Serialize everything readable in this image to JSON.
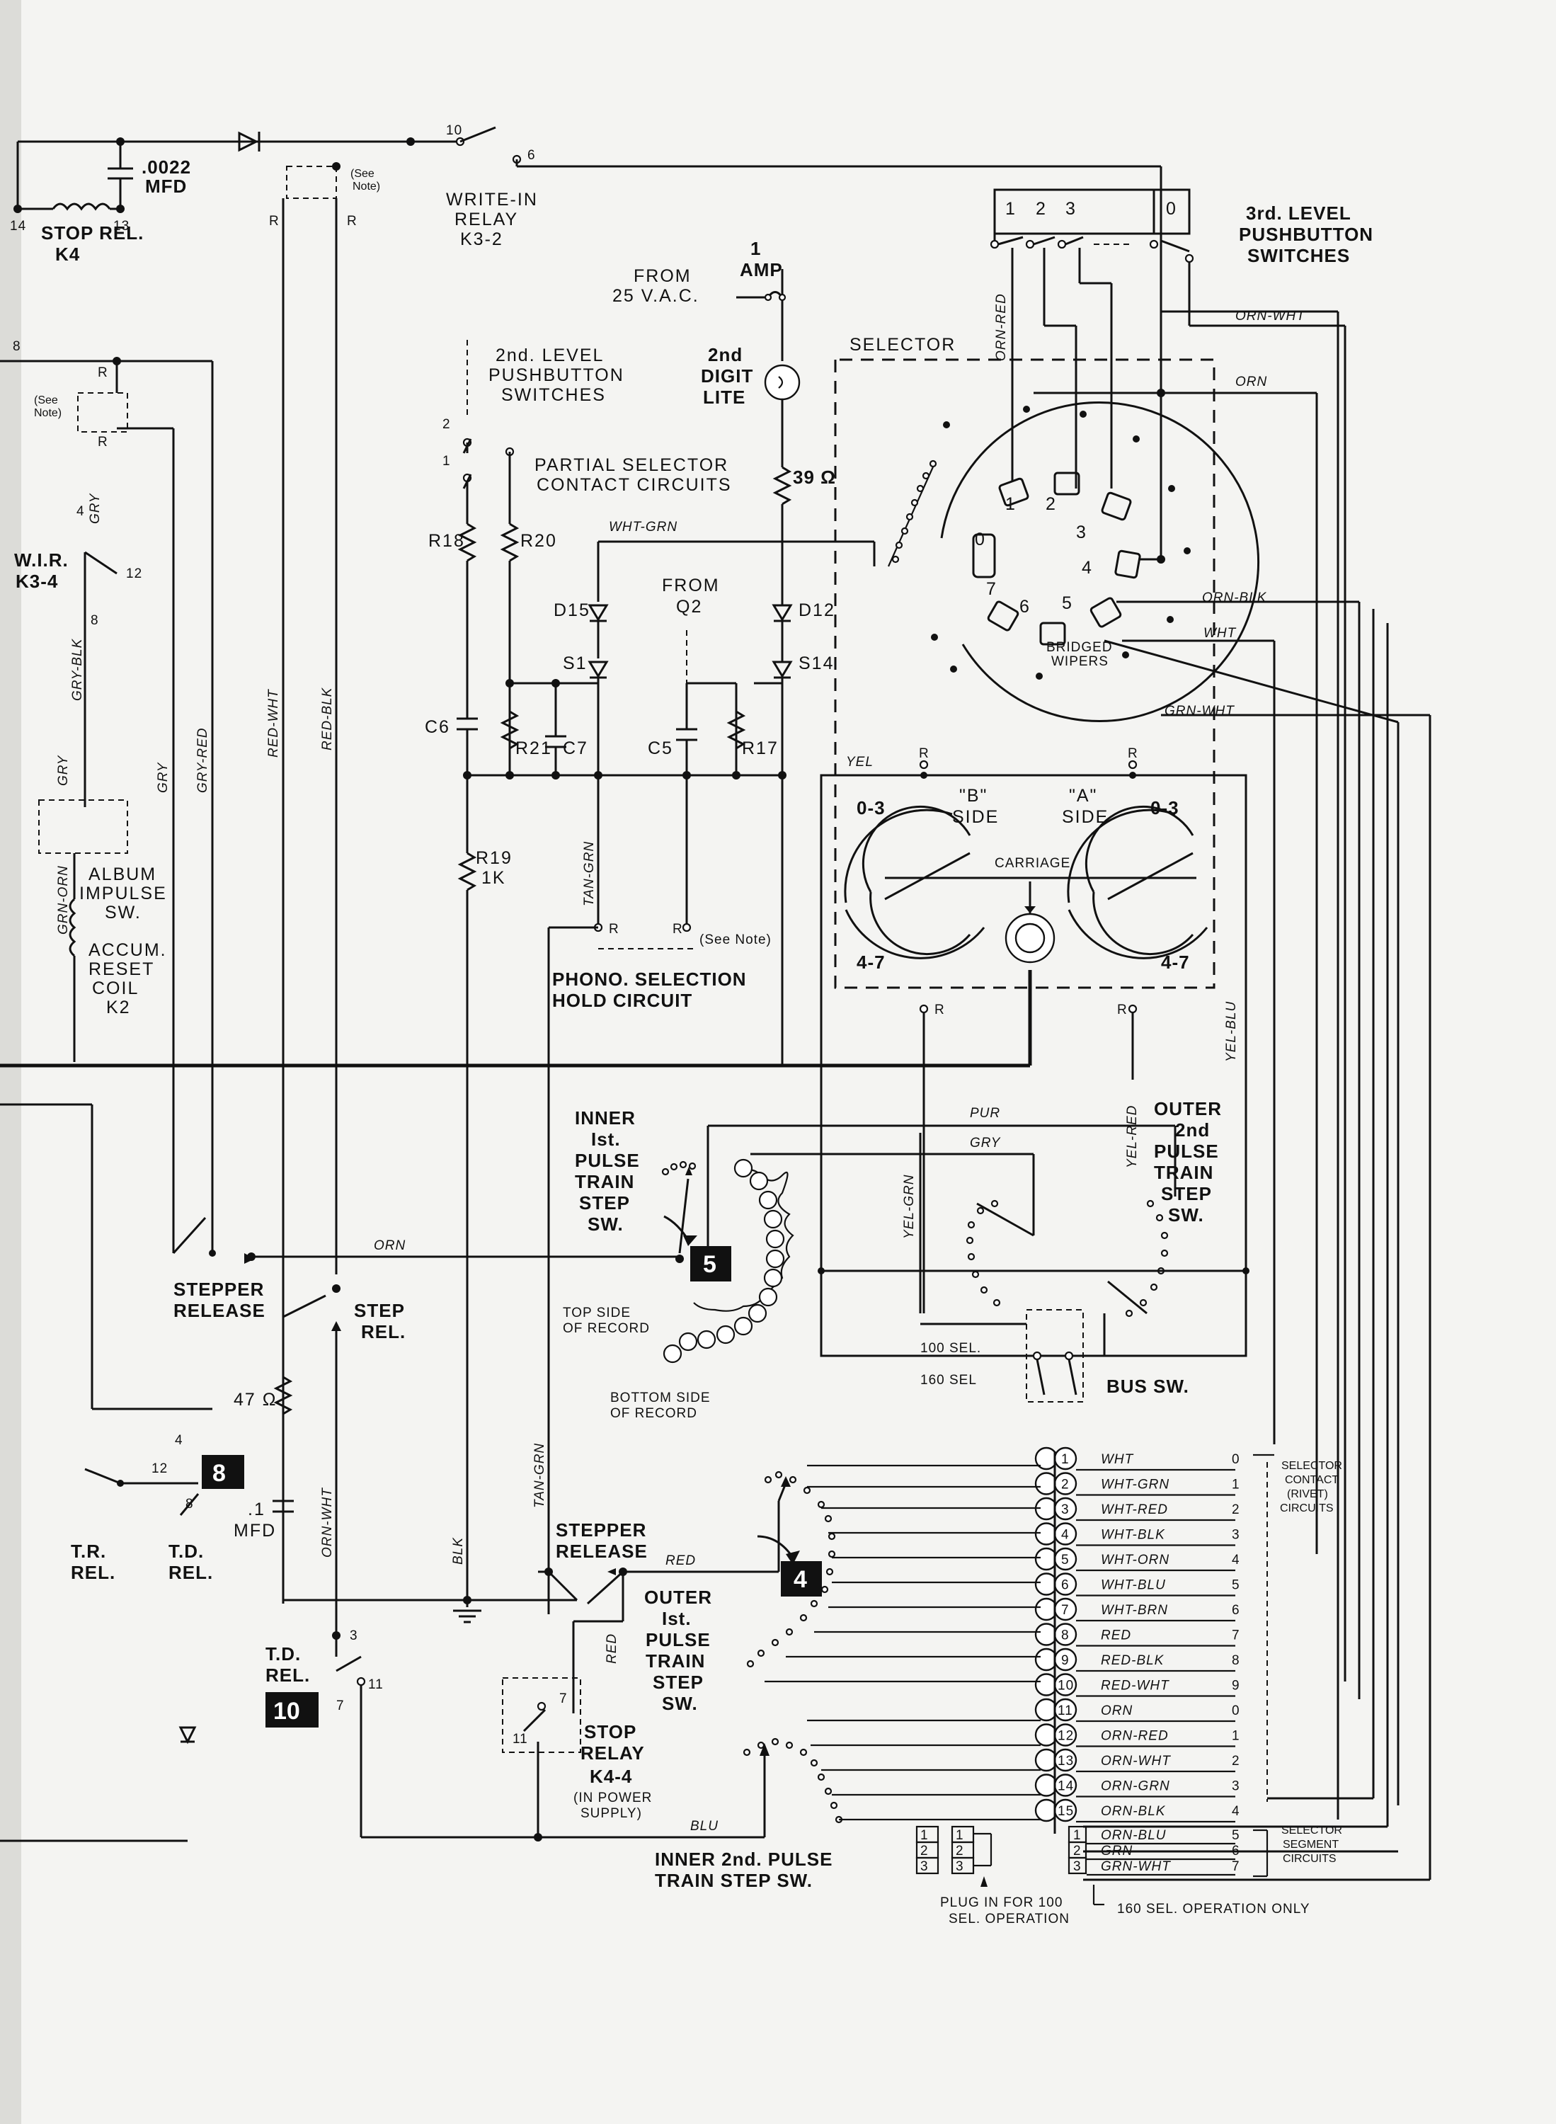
{
  "relays": {
    "stop_rel": "STOP REL.",
    "stop_rel_id": "K4",
    "write_in": "WRITE-IN",
    "write_in_relay": "RELAY",
    "write_in_id": "K3-2",
    "wir": "W.I.R.",
    "wir_id": "K3-4",
    "stop_relay_title": "STOP",
    "stop_relay_word": "RELAY",
    "stop_relay_id": "K4-4",
    "stop_relay_note1": "(IN POWER",
    "stop_relay_note2": "SUPPLY)",
    "td_rel": "T.D.",
    "td_rel2": "REL.",
    "tr_rel": "T.R.",
    "tr_rel2": "REL.",
    "step_rel": "STEP",
    "step_rel2": "REL.",
    "stepper_release": "STEPPER",
    "stepper_release2": "RELEASE"
  },
  "components": {
    "cap_top": ".0022",
    "cap_top_unit": "MFD",
    "fuse": "1",
    "fuse_unit": "AMP",
    "from_25v": "FROM",
    "from_25v2": "25 V.A.C.",
    "lamp": "2nd",
    "lamp2": "DIGIT",
    "lamp3": "LITE",
    "res_39": "39 Ω",
    "r18": "R18",
    "r20": "R20",
    "r19": "R19",
    "r19_val": "1K",
    "r21": "R21",
    "r17": "R17",
    "c6": "C6",
    "c7": "C7",
    "c5": "C5",
    "d15": "D15",
    "d12": "D12",
    "s1": "S1",
    "s14": "S14",
    "from_q2": "FROM",
    "from_q2b": "Q2",
    "res_47": "47 Ω",
    "cap_1": ".1",
    "cap_1_unit": "MFD",
    "album_sw1": "ALBUM",
    "album_sw2": "IMPULSE",
    "album_sw3": "SW.",
    "accum1": "ACCUM.",
    "accum2": "RESET",
    "accum3": "COIL",
    "accum4": "K2"
  },
  "headings": {
    "second_level1": "2nd. LEVEL",
    "second_level2": "PUSHBUTTON",
    "second_level3": "SWITCHES",
    "partial1": "PARTIAL SELECTOR",
    "partial2": "CONTACT CIRCUITS",
    "third_level1": "3rd. LEVEL",
    "third_level2": "PUSHBUTTON",
    "third_level3": "SWITCHES",
    "selector": "SELECTOR",
    "b_side1": "\"B\"",
    "b_side2": "SIDE",
    "a_side1": "\"A\"",
    "a_side2": "SIDE",
    "range_03": "0-3",
    "range_47": "4-7",
    "carriage": "CARRIAGE",
    "bridged1": "BRIDGED",
    "bridged2": "WIPERS",
    "phono1": "PHONO. SELECTION",
    "phono2": "HOLD CIRCUIT",
    "see_note": "(See Note)",
    "see_note_a": "(See",
    "see_note_b": "Note)",
    "inner1_1": "INNER",
    "inner1_2": "Ist.",
    "inner1_3": "PULSE",
    "inner1_4": "TRAIN",
    "inner1_5": "STEP",
    "inner1_6": "SW.",
    "outer2_1": "OUTER",
    "outer2_2": "2nd",
    "outer2_3": "PULSE",
    "outer2_4": "TRAIN",
    "outer2_5": "STEP",
    "outer2_6": "SW.",
    "top_side1": "TOP SIDE",
    "top_side2": "OF RECORD",
    "bottom_side1": "BOTTOM SIDE",
    "bottom_side2": "OF RECORD",
    "sel100": "100 SEL.",
    "sel160": "160 SEL",
    "bus_sw": "BUS SW.",
    "outer1_1": "OUTER",
    "outer1_2": "Ist.",
    "outer1_3": "PULSE",
    "outer1_4": "TRAIN",
    "outer1_5": "STEP",
    "outer1_6": "SW.",
    "inner2_1": "INNER 2nd. PULSE",
    "inner2_2": "TRAIN STEP SW.",
    "plug1": "PLUG IN FOR 100",
    "plug2": "SEL. OPERATION",
    "sel160_only": "160 SEL. OPERATION ONLY",
    "sel_contact1": "SELECTOR",
    "sel_contact2": "CONTACT",
    "sel_contact3": "(RIVET)",
    "sel_contact4": "CIRCUITS",
    "sel_segment1": "SELECTOR",
    "sel_segment2": "SEGMENT",
    "sel_segment3": "CIRCUITS"
  },
  "badges": [
    "5",
    "4",
    "8",
    "10"
  ],
  "wires": {
    "orn_wht": "ORN-WHT",
    "orn": "ORN",
    "orn_red": "ORN-RED",
    "orn_blk": "ORN-BLK",
    "wht": "WHT",
    "grn_wht": "GRN-WHT",
    "wht_grn": "WHT-GRN",
    "yel": "YEL",
    "yel_blu": "YEL-BLU",
    "yel_red": "YEL-RED",
    "yel_grn": "YEL-GRN",
    "pur": "PUR",
    "gry": "GRY",
    "gry_red": "GRY-RED",
    "gry_blk": "GRY-BLK",
    "grn_orn": "GRN-ORN",
    "red_wht": "RED-WHT",
    "red_blk": "RED-BLK",
    "tan_grn": "TAN-GRN",
    "blk": "BLK",
    "red": "RED",
    "blu": "BLU"
  },
  "terminals": [
    "14",
    "13",
    "10",
    "6",
    "8",
    "4",
    "12",
    "R",
    "1",
    "2",
    "3",
    "0",
    "7",
    "11",
    "9",
    "5"
  ],
  "pushbutton_3rd": [
    "1",
    "2",
    "3",
    "0"
  ],
  "pushbutton_2nd": [
    "2",
    "1"
  ],
  "selector_dial": [
    "0",
    "1",
    "2",
    "3",
    "4",
    "5",
    "6",
    "7"
  ],
  "connector_rows": [
    {
      "num": "1",
      "wire": "WHT",
      "value": "0"
    },
    {
      "num": "2",
      "wire": "WHT-GRN",
      "value": "1"
    },
    {
      "num": "3",
      "wire": "WHT-RED",
      "value": "2"
    },
    {
      "num": "4",
      "wire": "WHT-BLK",
      "value": "3"
    },
    {
      "num": "5",
      "wire": "WHT-ORN",
      "value": "4"
    },
    {
      "num": "6",
      "wire": "WHT-BLU",
      "value": "5"
    },
    {
      "num": "7",
      "wire": "WHT-BRN",
      "value": "6"
    },
    {
      "num": "8",
      "wire": "RED",
      "value": "7"
    },
    {
      "num": "9",
      "wire": "RED-BLK",
      "value": "8"
    },
    {
      "num": "10",
      "wire": "RED-WHT",
      "value": "9"
    },
    {
      "num": "11",
      "wire": "ORN",
      "value": "0"
    },
    {
      "num": "12",
      "wire": "ORN-RED",
      "value": "1"
    },
    {
      "num": "13",
      "wire": "ORN-WHT",
      "value": "2"
    },
    {
      "num": "14",
      "wire": "ORN-GRN",
      "value": "3"
    },
    {
      "num": "15",
      "wire": "ORN-BLK",
      "value": "4"
    }
  ],
  "segment_rows": [
    {
      "num": "1",
      "wire": "ORN-BLU",
      "value": "5"
    },
    {
      "num": "2",
      "wire": "GRN",
      "value": "6"
    },
    {
      "num": "3",
      "wire": "GRN-WHT",
      "value": "7"
    }
  ],
  "plug_pins": [
    "1",
    "2",
    "3"
  ]
}
